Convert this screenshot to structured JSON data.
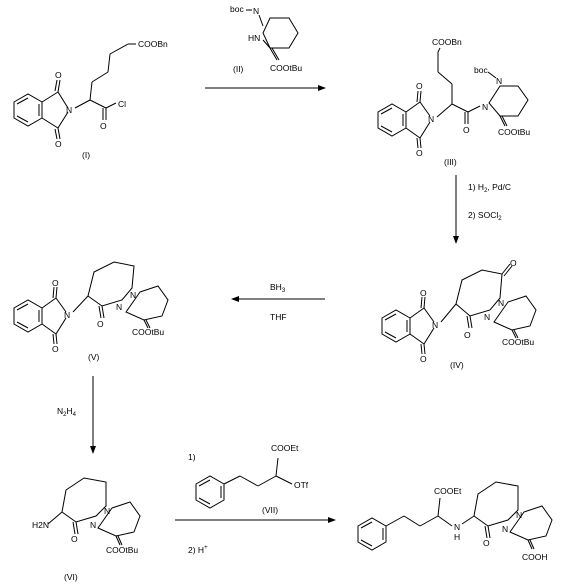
{
  "compounds": {
    "I": {
      "label": "(I)",
      "ester": "COOBn",
      "N": "N",
      "O1": "O",
      "O2": "O",
      "O3": "O",
      "Cl": "Cl"
    },
    "II": {
      "label": "(II)",
      "boc": "boc",
      "N1": "N",
      "HN": "HN",
      "ester": "COOtBu"
    },
    "III": {
      "label": "(III)",
      "ester1": "COOBn",
      "boc": "boc",
      "N1": "N",
      "N2": "N",
      "N3": "N",
      "O1": "O",
      "O2": "O",
      "O3": "O",
      "ester2": "COOtBu"
    },
    "IV": {
      "label": "(IV)",
      "N1": "N",
      "N2": "N",
      "N3": "N",
      "O1": "O",
      "O2": "O",
      "O3": "O",
      "O4": "O",
      "ester": "COOtBu"
    },
    "V": {
      "label": "(V)",
      "N1": "N",
      "N2": "N",
      "N3": "N",
      "O1": "O",
      "O2": "O",
      "O3": "O",
      "ester": "COOtBu"
    },
    "VI": {
      "label": "(VI)",
      "amine": "H2N",
      "N1": "N",
      "N2": "N",
      "O": "O",
      "ester": "COOtBu"
    },
    "VII": {
      "label": "(VII)",
      "ester": "COOEt",
      "otf": "OTf"
    },
    "product": {
      "ester": "COOEt",
      "N1": "N",
      "N2": "N",
      "NH": "N",
      "H": "H",
      "O": "O",
      "acid": "COOH"
    }
  },
  "steps": {
    "s1": {
      "line1": "1) H",
      "sub": "2",
      "line1b": ", Pd/C",
      "line2a": "2) SOCl",
      "sub2": "2"
    },
    "s2": {
      "reagent": "BH",
      "sub": "3",
      "solvent": "THF"
    },
    "s3": {
      "reagent": "N",
      "sub1": "2",
      "mid": "H",
      "sub2": "4"
    },
    "s4": {
      "num1": "1)",
      "num2": "2) H",
      "sup": "+"
    }
  }
}
